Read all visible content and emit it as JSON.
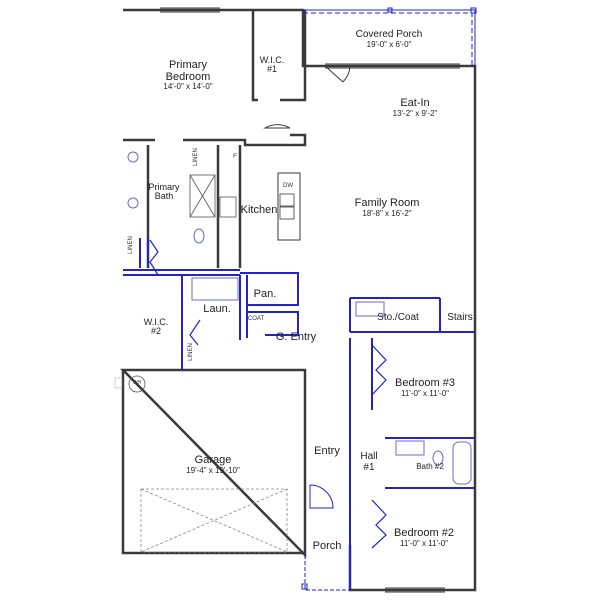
{
  "plan": {
    "wall_color": "#3a3a3a",
    "interior_wall_color": "#2323c8",
    "fixture_color": "#6a6ad0",
    "rooms": [
      {
        "id": "primary-bedroom",
        "name": "Primary\nBedroom",
        "name_l1": "Primary",
        "name_l2": "Bedroom",
        "dims": "14'-0\" x 14'-0\""
      },
      {
        "id": "wic1",
        "name_l1": "W.I.C.",
        "name_l2": "#1"
      },
      {
        "id": "covered-porch",
        "name": "Covered Porch",
        "dims": "19'-0\" x 6'-0\""
      },
      {
        "id": "eat-in",
        "name": "Eat-In",
        "dims": "13'-2\" x 9'-2\""
      },
      {
        "id": "family-room",
        "name": "Family Room",
        "dims": "18'-8\" x 16'-2\""
      },
      {
        "id": "kitchen",
        "name": "Kitchen"
      },
      {
        "id": "primary-bath",
        "name_l1": "Primary",
        "name_l2": "Bath"
      },
      {
        "id": "wic2",
        "name_l1": "W.I.C.",
        "name_l2": "#2"
      },
      {
        "id": "laundry",
        "name": "Laun."
      },
      {
        "id": "pantry",
        "name": "Pan."
      },
      {
        "id": "g-entry",
        "name": "G. Entry"
      },
      {
        "id": "sto-coat",
        "name": "Sto./Coat"
      },
      {
        "id": "stairs",
        "name": "Stairs"
      },
      {
        "id": "bedroom3",
        "name": "Bedroom #3",
        "dims": "11'-0\" x 11'-0\""
      },
      {
        "id": "garage",
        "name": "Garage",
        "dims": "19'-4\" x 19'-10\""
      },
      {
        "id": "entry",
        "name": "Entry"
      },
      {
        "id": "hall1",
        "name_l1": "Hall",
        "name_l2": "#1"
      },
      {
        "id": "bath2",
        "name": "Bath #2"
      },
      {
        "id": "porch",
        "name": "Porch"
      },
      {
        "id": "bedroom2",
        "name": "Bedroom #2",
        "dims": "11'-0\" x 11'-0\""
      }
    ],
    "fixtures": {
      "linen_label": "LINEN",
      "coat_label": "COAT",
      "fridge_label": "F",
      "dishwasher_label": "DW",
      "water_heater_label": "WH"
    }
  }
}
